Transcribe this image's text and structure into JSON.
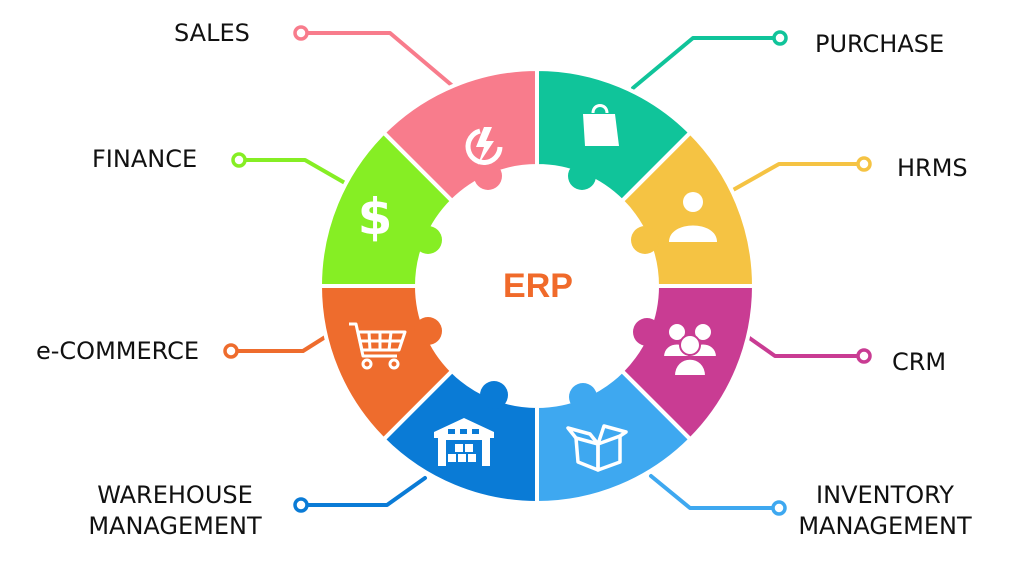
{
  "center": {
    "label": "ERP",
    "color": "#f06a2a"
  },
  "modules": [
    {
      "id": "sales",
      "label": "SALES",
      "color": "#f87c8c",
      "icon": "lightning-cycle-icon"
    },
    {
      "id": "purchase",
      "label": "PURCHASE",
      "color": "#10c49a",
      "icon": "shopping-bag-icon"
    },
    {
      "id": "hrms",
      "label": "HRMS",
      "color": "#f5c343",
      "icon": "person-icon"
    },
    {
      "id": "crm",
      "label": "CRM",
      "color": "#c93c93",
      "icon": "user-group-icon"
    },
    {
      "id": "inventory",
      "label_lines": [
        "INVENTORY",
        "MANAGEMENT"
      ],
      "color": "#3ea8f0",
      "icon": "open-box-icon"
    },
    {
      "id": "warehouse",
      "label_lines": [
        "WAREHOUSE",
        "MANAGEMENT"
      ],
      "color": "#0a7bd6",
      "icon": "warehouse-icon"
    },
    {
      "id": "ecommerce",
      "label": "e-COMMERCE",
      "color": "#ee6c2d",
      "icon": "shopping-cart-icon"
    },
    {
      "id": "finance",
      "label": "FINANCE",
      "color": "#86ee24",
      "icon": "dollar-icon"
    }
  ]
}
